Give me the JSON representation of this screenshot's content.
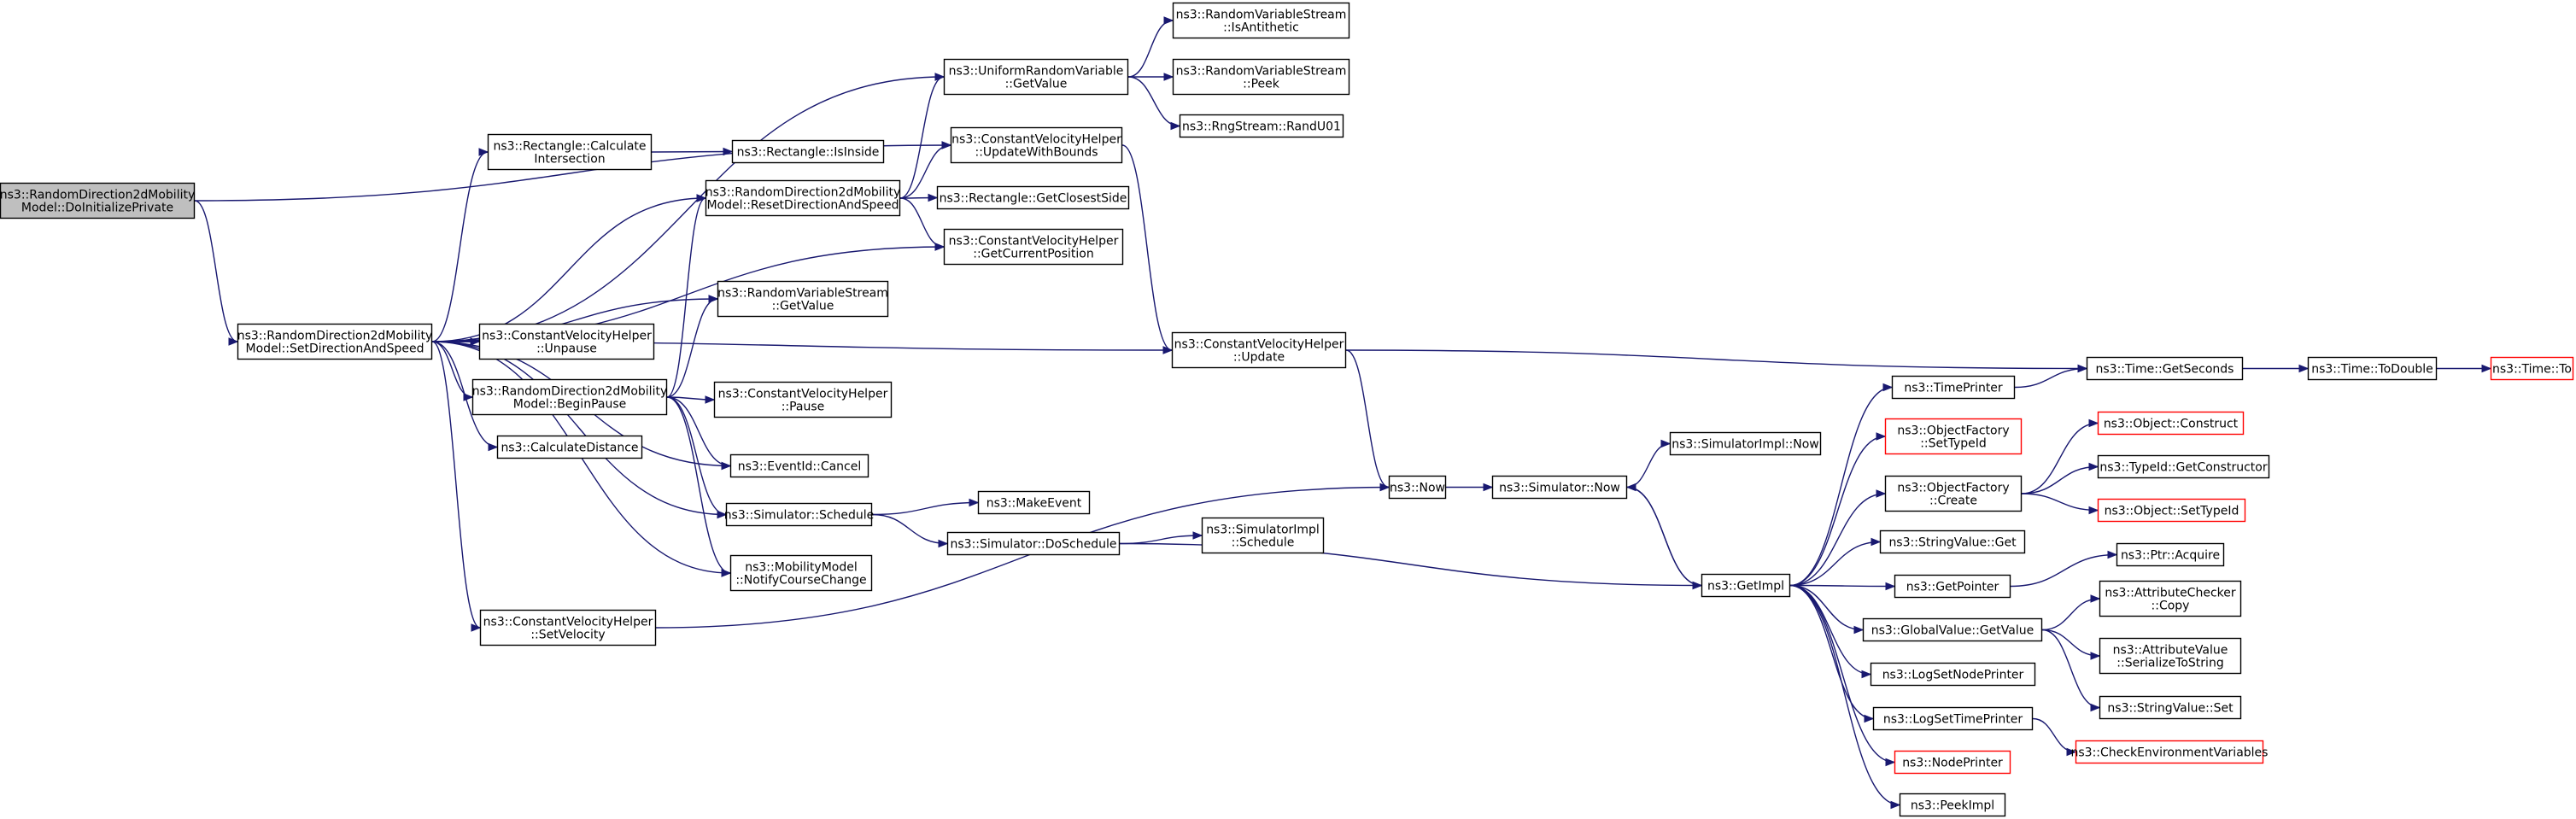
{
  "nodes": [
    {
      "id": "dip",
      "lines": [
        "ns3::RandomDirection2dMobility",
        "Model::DoInitializePrivate"
      ],
      "root": true
    },
    {
      "id": "sdas",
      "lines": [
        "ns3::RandomDirection2dMobility",
        "Model::SetDirectionAndSpeed"
      ]
    },
    {
      "id": "urv",
      "lines": [
        "ns3::UniformRandomVariable",
        "::GetValue"
      ]
    },
    {
      "id": "rvs_anti",
      "lines": [
        "ns3::RandomVariableStream",
        "::IsAntithetic"
      ]
    },
    {
      "id": "rvs_peek",
      "lines": [
        "ns3::RandomVariableStream",
        "::Peek"
      ]
    },
    {
      "id": "rng",
      "lines": [
        "ns3::RngStream::RandU01"
      ]
    },
    {
      "id": "cvh_uwb",
      "lines": [
        "ns3::ConstantVelocityHelper",
        "::UpdateWithBounds"
      ]
    },
    {
      "id": "rect_ci",
      "lines": [
        "ns3::Rectangle::Calculate",
        "Intersection"
      ]
    },
    {
      "id": "rect_ii",
      "lines": [
        "ns3::Rectangle::IsInside"
      ]
    },
    {
      "id": "rdas",
      "lines": [
        "ns3::RandomDirection2dMobility",
        "Model::ResetDirectionAndSpeed"
      ]
    },
    {
      "id": "rect_gcs",
      "lines": [
        "ns3::Rectangle::GetClosestSide"
      ]
    },
    {
      "id": "cvh_gcp",
      "lines": [
        "ns3::ConstantVelocityHelper",
        "::GetCurrentPosition"
      ]
    },
    {
      "id": "rvs_gv",
      "lines": [
        "ns3::RandomVariableStream",
        "::GetValue"
      ]
    },
    {
      "id": "cvh_unpause",
      "lines": [
        "ns3::ConstantVelocityHelper",
        "::Unpause"
      ]
    },
    {
      "id": "cvh_update",
      "lines": [
        "ns3::ConstantVelocityHelper",
        "::Update"
      ]
    },
    {
      "id": "bp",
      "lines": [
        "ns3::RandomDirection2dMobility",
        "Model::BeginPause"
      ]
    },
    {
      "id": "cvh_pause",
      "lines": [
        "ns3::ConstantVelocityHelper",
        "::Pause"
      ]
    },
    {
      "id": "calcdist",
      "lines": [
        "ns3::CalculateDistance"
      ]
    },
    {
      "id": "evcancel",
      "lines": [
        "ns3::EventId::Cancel"
      ]
    },
    {
      "id": "simsched",
      "lines": [
        "ns3::Simulator::Schedule"
      ]
    },
    {
      "id": "makeevent",
      "lines": [
        "ns3::MakeEvent"
      ]
    },
    {
      "id": "simdosched",
      "lines": [
        "ns3::Simulator::DoSchedule"
      ]
    },
    {
      "id": "simimpl_sched",
      "lines": [
        "ns3::SimulatorImpl",
        "::Schedule"
      ]
    },
    {
      "id": "mm_ncc",
      "lines": [
        "ns3::MobilityModel",
        "::NotifyCourseChange"
      ]
    },
    {
      "id": "cvh_sv",
      "lines": [
        "ns3::ConstantVelocityHelper",
        "::SetVelocity"
      ]
    },
    {
      "id": "now",
      "lines": [
        "ns3::Now"
      ]
    },
    {
      "id": "simnow",
      "lines": [
        "ns3::Simulator::Now"
      ]
    },
    {
      "id": "simimpl_now",
      "lines": [
        "ns3::SimulatorImpl::Now"
      ]
    },
    {
      "id": "getimpl",
      "lines": [
        "ns3::GetImpl"
      ]
    },
    {
      "id": "timeprinter",
      "lines": [
        "ns3::TimePrinter"
      ]
    },
    {
      "id": "of_settid",
      "lines": [
        "ns3::ObjectFactory",
        "::SetTypeId"
      ],
      "red": true
    },
    {
      "id": "of_create",
      "lines": [
        "ns3::ObjectFactory",
        "::Create"
      ]
    },
    {
      "id": "sv_get",
      "lines": [
        "ns3::StringValue::Get"
      ]
    },
    {
      "id": "getpointer",
      "lines": [
        "ns3::GetPointer"
      ]
    },
    {
      "id": "gv_getvalue",
      "lines": [
        "ns3::GlobalValue::GetValue"
      ]
    },
    {
      "id": "lognp",
      "lines": [
        "ns3::LogSetNodePrinter"
      ]
    },
    {
      "id": "logtp",
      "lines": [
        "ns3::LogSetTimePrinter"
      ]
    },
    {
      "id": "nodeprinter",
      "lines": [
        "ns3::NodePrinter"
      ],
      "red": true
    },
    {
      "id": "peekimpl",
      "lines": [
        "ns3::PeekImpl"
      ]
    },
    {
      "id": "time_gs",
      "lines": [
        "ns3::Time::GetSeconds"
      ]
    },
    {
      "id": "time_td",
      "lines": [
        "ns3::Time::ToDouble"
      ]
    },
    {
      "id": "time_to",
      "lines": [
        "ns3::Time::To"
      ],
      "red": true
    },
    {
      "id": "obj_construct",
      "lines": [
        "ns3::Object::Construct"
      ],
      "red": true
    },
    {
      "id": "tid_gc",
      "lines": [
        "ns3::TypeId::GetConstructor"
      ]
    },
    {
      "id": "obj_settid",
      "lines": [
        "ns3::Object::SetTypeId"
      ],
      "red": true
    },
    {
      "id": "ptr_acquire",
      "lines": [
        "ns3::Ptr::Acquire"
      ]
    },
    {
      "id": "ac_copy",
      "lines": [
        "ns3::AttributeChecker",
        "::Copy"
      ]
    },
    {
      "id": "av_sts",
      "lines": [
        "ns3::AttributeValue",
        "::SerializeToString"
      ]
    },
    {
      "id": "sv_set",
      "lines": [
        "ns3::StringValue::Set"
      ]
    },
    {
      "id": "cev",
      "lines": [
        "ns3::CheckEnvironmentVariables"
      ],
      "red": true
    }
  ],
  "edges": [
    [
      "dip",
      "sdas"
    ],
    [
      "dip",
      "cvh_uwb"
    ],
    [
      "sdas",
      "urv"
    ],
    [
      "sdas",
      "rect_ci"
    ],
    [
      "sdas",
      "rdas"
    ],
    [
      "sdas",
      "cvh_gcp"
    ],
    [
      "sdas",
      "rvs_gv"
    ],
    [
      "sdas",
      "cvh_unpause"
    ],
    [
      "sdas",
      "cvh_update"
    ],
    [
      "sdas",
      "bp"
    ],
    [
      "sdas",
      "calcdist"
    ],
    [
      "sdas",
      "evcancel"
    ],
    [
      "sdas",
      "simsched"
    ],
    [
      "sdas",
      "mm_ncc"
    ],
    [
      "sdas",
      "cvh_sv"
    ],
    [
      "urv",
      "rvs_anti"
    ],
    [
      "urv",
      "rvs_peek"
    ],
    [
      "urv",
      "rng"
    ],
    [
      "cvh_uwb",
      "cvh_update"
    ],
    [
      "rect_ci",
      "rect_ii"
    ],
    [
      "rdas",
      "urv"
    ],
    [
      "rdas",
      "cvh_uwb"
    ],
    [
      "rdas",
      "rect_gcs"
    ],
    [
      "rdas",
      "cvh_gcp"
    ],
    [
      "bp",
      "rdas"
    ],
    [
      "bp",
      "rvs_gv"
    ],
    [
      "bp",
      "cvh_pause"
    ],
    [
      "bp",
      "evcancel"
    ],
    [
      "bp",
      "simsched"
    ],
    [
      "bp",
      "mm_ncc"
    ],
    [
      "simsched",
      "makeevent"
    ],
    [
      "simsched",
      "simdosched"
    ],
    [
      "simdosched",
      "simimpl_sched"
    ],
    [
      "simdosched",
      "getimpl"
    ],
    [
      "cvh_update",
      "now"
    ],
    [
      "cvh_update",
      "time_gs"
    ],
    [
      "cvh_sv",
      "now"
    ],
    [
      "now",
      "simnow"
    ],
    [
      "simnow",
      "simimpl_now"
    ],
    [
      "simnow",
      "getimpl"
    ],
    [
      "getimpl",
      "timeprinter"
    ],
    [
      "getimpl",
      "simnow"
    ],
    [
      "getimpl",
      "of_settid"
    ],
    [
      "getimpl",
      "of_create"
    ],
    [
      "getimpl",
      "sv_get"
    ],
    [
      "getimpl",
      "getpointer"
    ],
    [
      "getimpl",
      "gv_getvalue"
    ],
    [
      "getimpl",
      "lognp"
    ],
    [
      "getimpl",
      "logtp"
    ],
    [
      "getimpl",
      "nodeprinter"
    ],
    [
      "getimpl",
      "peekimpl"
    ],
    [
      "timeprinter",
      "time_gs"
    ],
    [
      "time_gs",
      "time_td"
    ],
    [
      "time_td",
      "time_to"
    ],
    [
      "of_create",
      "obj_construct"
    ],
    [
      "of_create",
      "tid_gc"
    ],
    [
      "of_create",
      "obj_settid"
    ],
    [
      "getpointer",
      "ptr_acquire"
    ],
    [
      "gv_getvalue",
      "ac_copy"
    ],
    [
      "gv_getvalue",
      "av_sts"
    ],
    [
      "gv_getvalue",
      "sv_set"
    ],
    [
      "logtp",
      "cev"
    ]
  ]
}
